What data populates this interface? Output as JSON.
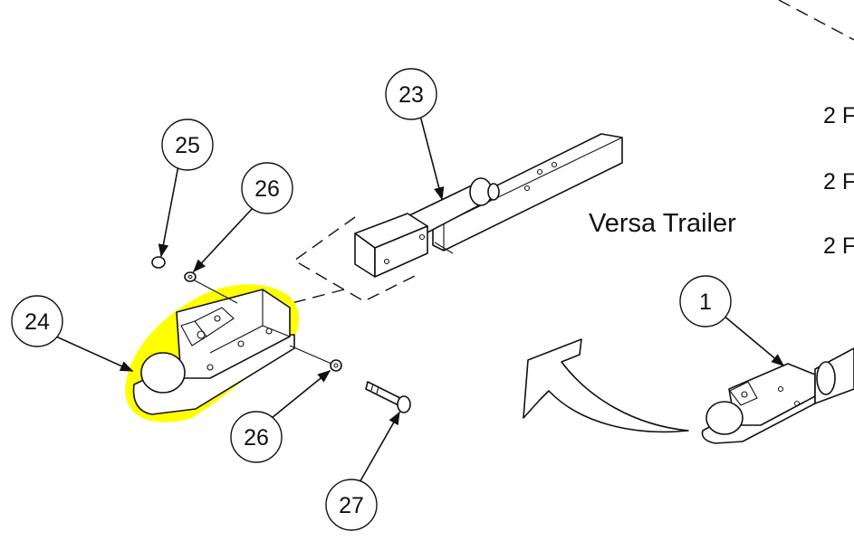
{
  "title": "Versa Trailer",
  "side_labels": [
    "2 F",
    "2 F",
    "2 F"
  ],
  "callouts": [
    {
      "id": "c23",
      "label": "23"
    },
    {
      "id": "c25",
      "label": "25"
    },
    {
      "id": "c26a",
      "label": "26"
    },
    {
      "id": "c24",
      "label": "24"
    },
    {
      "id": "c26b",
      "label": "26"
    },
    {
      "id": "c27",
      "label": "27"
    },
    {
      "id": "c1",
      "label": "1"
    }
  ],
  "colors": {
    "highlight": "#ffff00",
    "line": "#111111",
    "background": "#ffffff"
  }
}
